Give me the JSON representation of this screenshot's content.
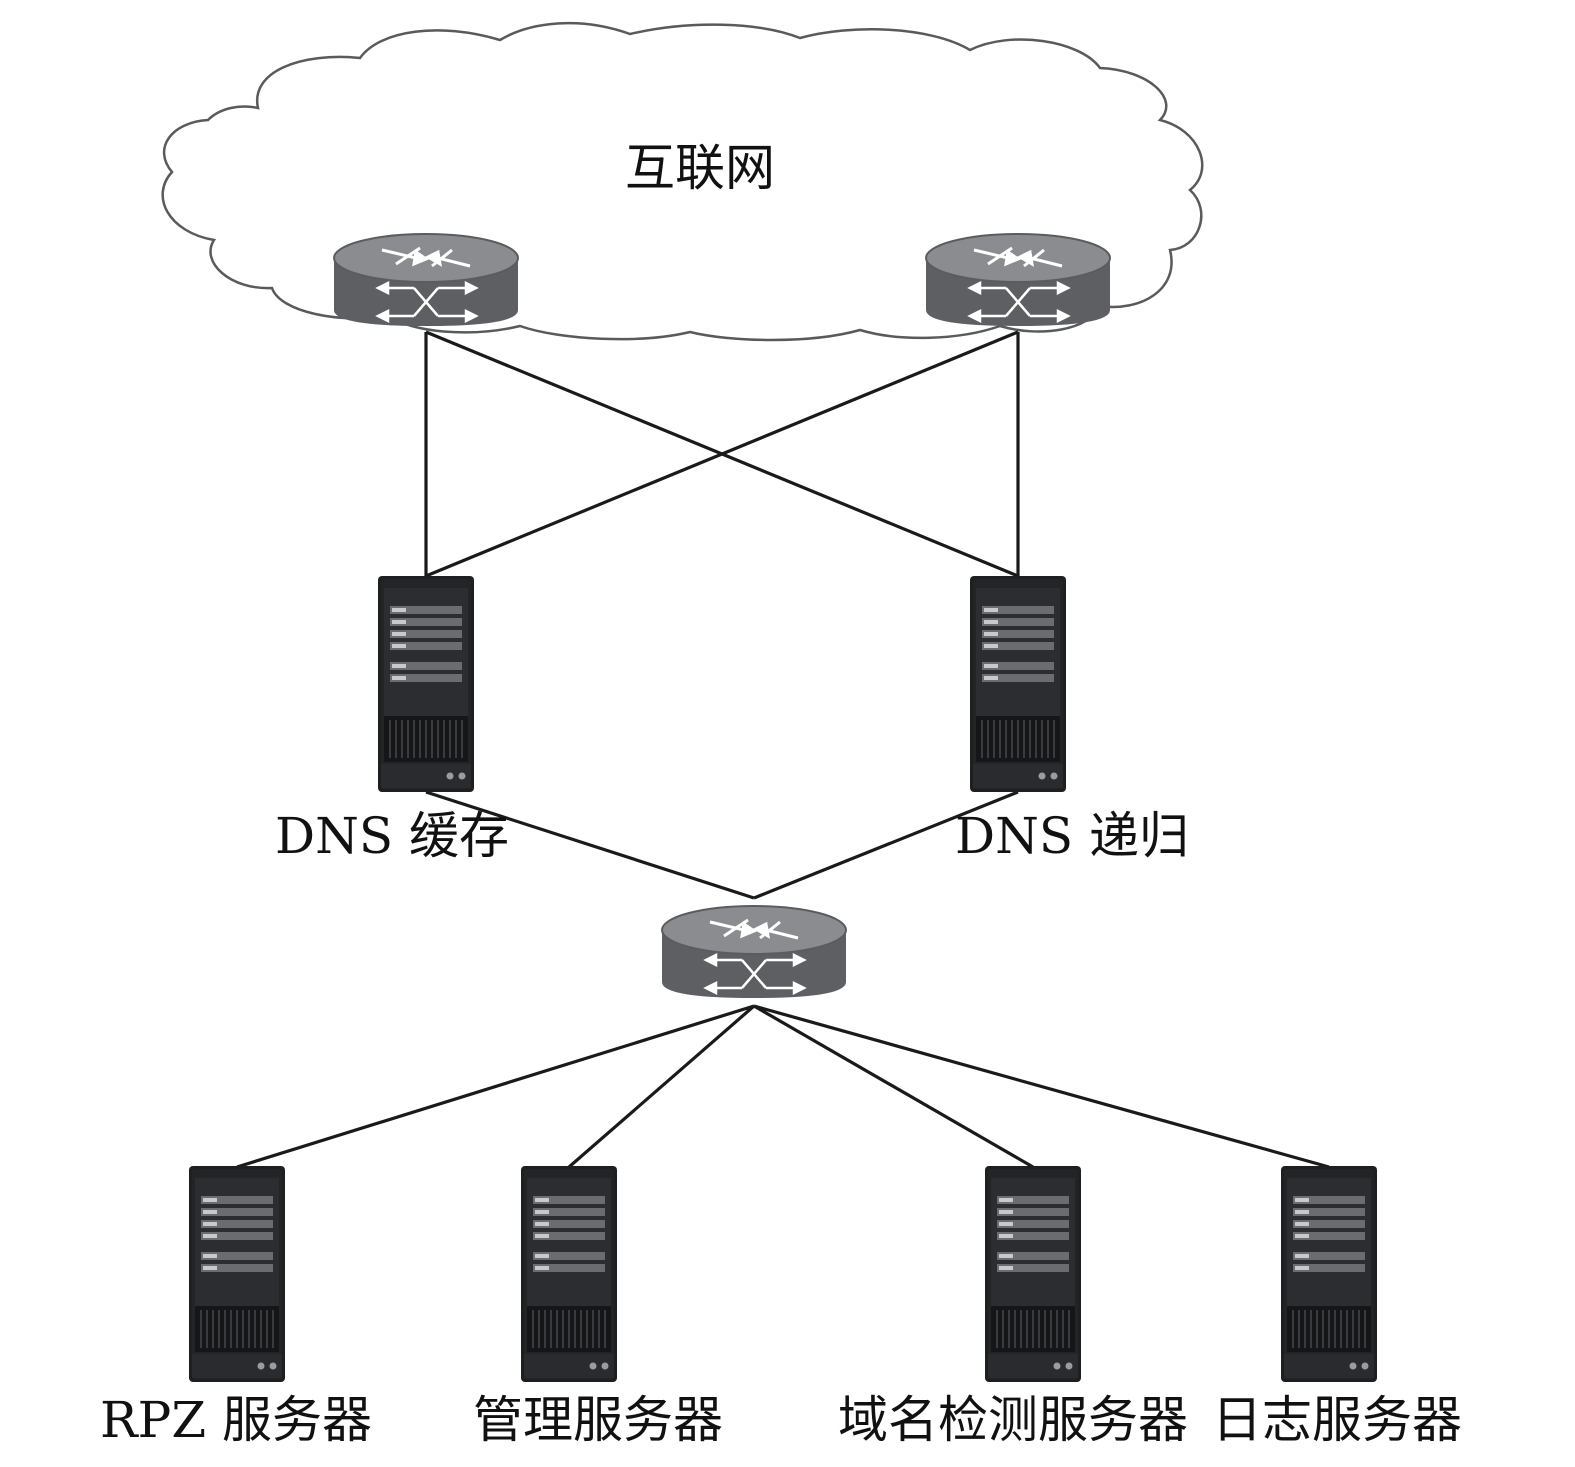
{
  "cloud_label": "互联网",
  "server_labels": {
    "dns_cache": "DNS 缓存",
    "dns_recursive": "DNS 递归",
    "rpz": "RPZ 服务器",
    "management": "管理服务器",
    "domain_detection": "域名检测服务器",
    "log": "日志服务器"
  },
  "icons": {
    "router": "router-icon",
    "server": "server-tower-icon",
    "cloud": "cloud-icon"
  },
  "colors": {
    "device_body": "#6e7073",
    "device_dark": "#1d1e20",
    "line": "#1a1a1a",
    "cloud_stroke": "#555555"
  }
}
